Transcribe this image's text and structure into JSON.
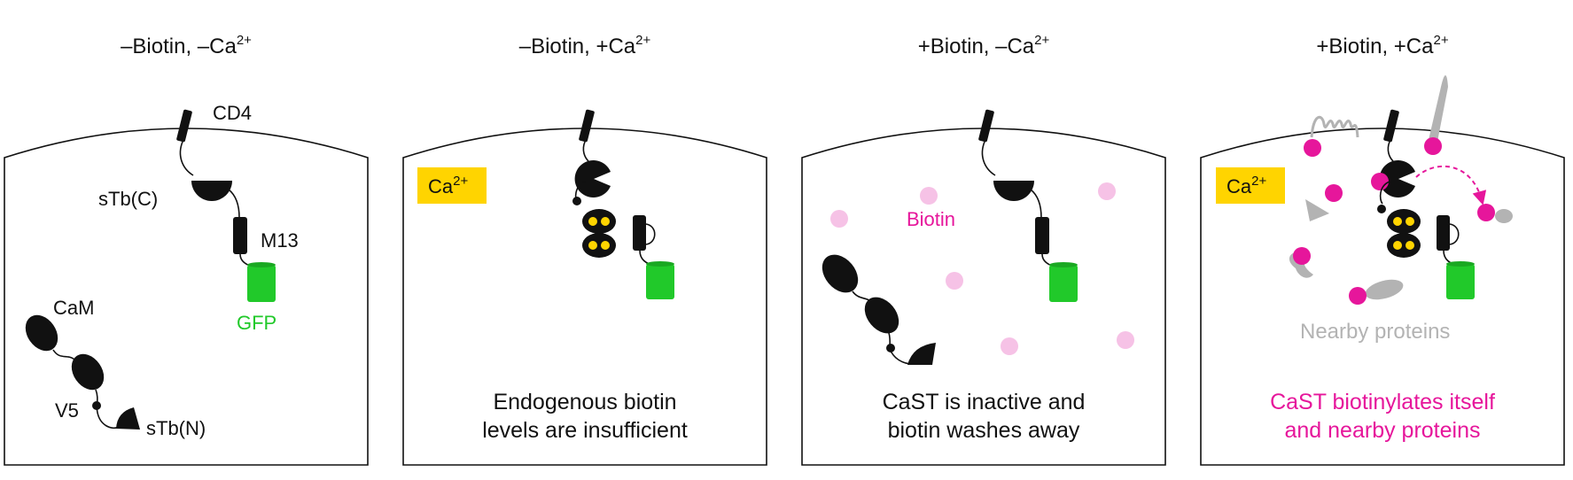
{
  "colors": {
    "black": "#111111",
    "gfp": "#21c92a",
    "biotin": "#e6169b",
    "biotin_faint": "#f6c2e6",
    "calcium_box": "#ffd400",
    "calcium_dot": "#ffd400",
    "nearby": "#b3b3b3"
  },
  "panels": [
    {
      "title_main": "–Biotin, –Ca",
      "title_sup": "2+",
      "labels": {
        "cd4": "CD4",
        "stbc": "sTb(C)",
        "m13": "M13",
        "gfp": "GFP",
        "cam": "CaM",
        "v5": "V5",
        "stbn": "sTb(N)"
      }
    },
    {
      "title_main": "–Biotin, +Ca",
      "title_sup": "2+",
      "ca_box": {
        "main": "Ca",
        "sup": "2+"
      },
      "caption": [
        "Endogenous biotin",
        "levels are insufficient"
      ]
    },
    {
      "title_main": "+Biotin, –Ca",
      "title_sup": "2+",
      "biotin_label": "Biotin",
      "caption": [
        "CaST is inactive and",
        "biotin washes away"
      ]
    },
    {
      "title_main": "+Biotin, +Ca",
      "title_sup": "2+",
      "ca_box": {
        "main": "Ca",
        "sup": "2+"
      },
      "nearby_label": "Nearby proteins",
      "caption": [
        "CaST biotinylates itself",
        "and nearby proteins"
      ]
    }
  ]
}
